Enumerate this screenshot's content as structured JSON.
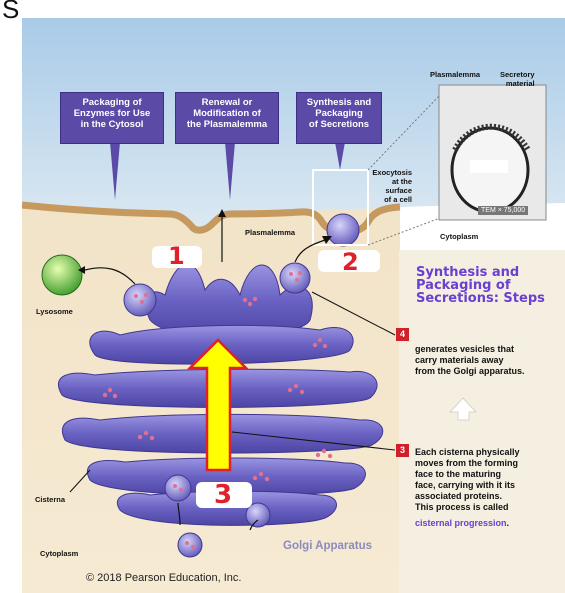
{
  "header_fragment": "S",
  "boxes": {
    "enzymes": "Packaging of\nEnzymes for Use\nin the Cytosol",
    "renewal": "Renewal or\nModification of\nthe Plasmalemma",
    "synthesis": "Synthesis and\nPackaging\nof Secretions"
  },
  "labels": {
    "exocytosis": "Exocytosis\nat the\nsurface\nof a cell",
    "plasmalemma": "Plasmalemma",
    "lysosome": "Lysosome",
    "cisterna": "Cisterna",
    "cytoplasm_left": "Cytoplasm",
    "golgi": "Golgi Apparatus"
  },
  "inset": {
    "plasmalemma": "Plasmalemma",
    "secretory": "Secretory\nmaterial",
    "tem": "TEM × 75,000",
    "cytoplasm": "Cytoplasm"
  },
  "sidebar": {
    "title": "Synthesis and\nPackaging of\nSecretions: Steps",
    "step4_num": "4",
    "step4_text": "generates vesicles that\ncarry materials away\nfrom the Golgi apparatus.",
    "step3_num": "3",
    "step3_text": "Each cisterna physically\nmoves from the forming\nface to the maturing\nface, carrying with it its\nassociated proteins.\nThis process is called",
    "step3_term": "cisternal progression",
    "step3_end": "."
  },
  "handwritten": {
    "n1": "1",
    "n2": "2",
    "n3": "3"
  },
  "copyright": "© 2018 Pearson Education, Inc.",
  "colors": {
    "sky_top": "#a9cbe8",
    "sky_bottom": "#dbe9f3",
    "cytoplasm": "#eedfc4",
    "membrane": "#c69a5e",
    "golgi": "#6e68c6",
    "golgi_light": "#b5b0ea",
    "box": "#5b4aa6",
    "arrow_yellow": "#ffff00",
    "arrow_red": "#e0202a",
    "title_purple": "#6b3fd1",
    "badge_red": "#d0202a"
  }
}
